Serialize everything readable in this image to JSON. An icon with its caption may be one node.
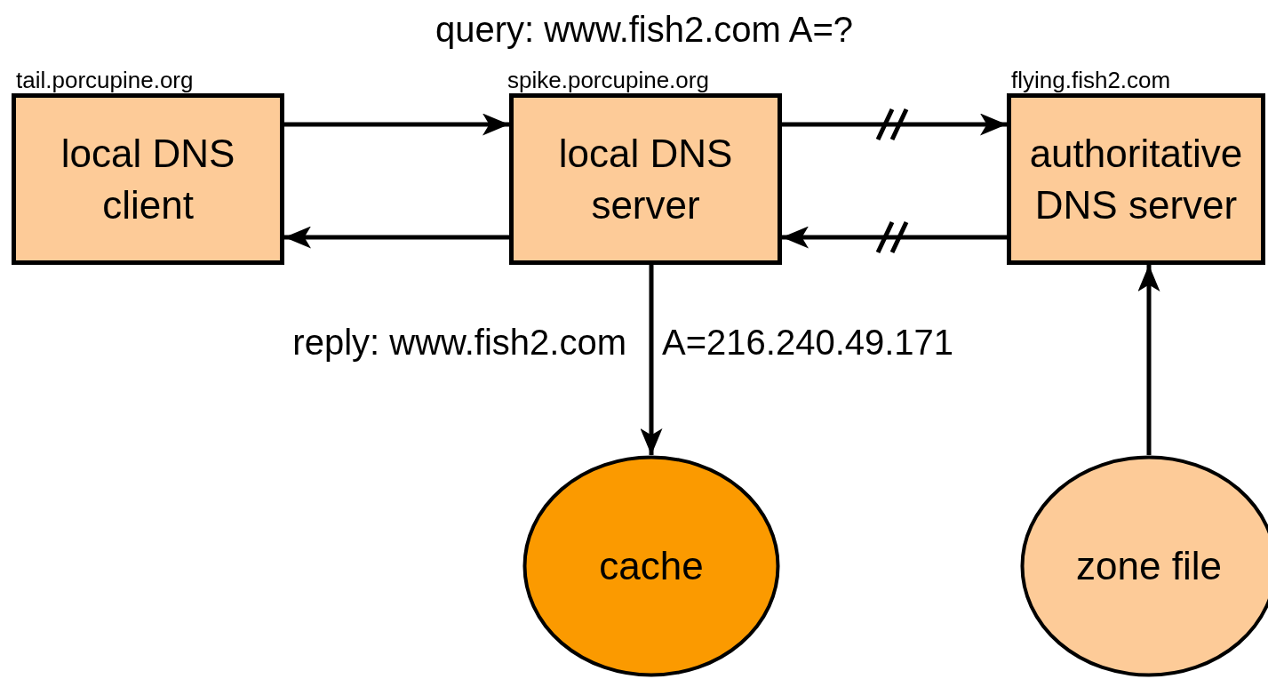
{
  "diagram": {
    "nodes": [
      {
        "text": [
          "local DNS client"
        ],
        "beside": [
          "tail.porcupine.org"
        ]
      },
      {
        "text": [
          "local DNS server"
        ],
        "beside": [
          "spike.porcupine.org"
        ]
      },
      {
        "text": [
          "authoritative DNS server"
        ],
        "beside": [
          "flying.fish2.com"
        ]
      },
      {
        "text": [
          "cache"
        ]
      },
      {
        "text": [
          "zone file"
        ]
      }
    ],
    "edges": [
      {
        "from": 0,
        "to": 1,
        "arrow": "to"
      },
      {
        "from": 1,
        "to": 2,
        "arrow": "to"
      },
      {
        "from": 1,
        "to": 0,
        "arrow": "to"
      },
      {
        "from": 2,
        "to": 1,
        "arrow": "to"
      },
      {
        "from": 1,
        "to": 3,
        "arrow": "to"
      },
      {
        "from": 4,
        "to": 2,
        "arrow": "to"
      }
    ],
    "labels": [
      "query: www.fish2.com A=?",
      "reply: www.fish2.com",
      "A=216.240.49.171"
    ]
  }
}
